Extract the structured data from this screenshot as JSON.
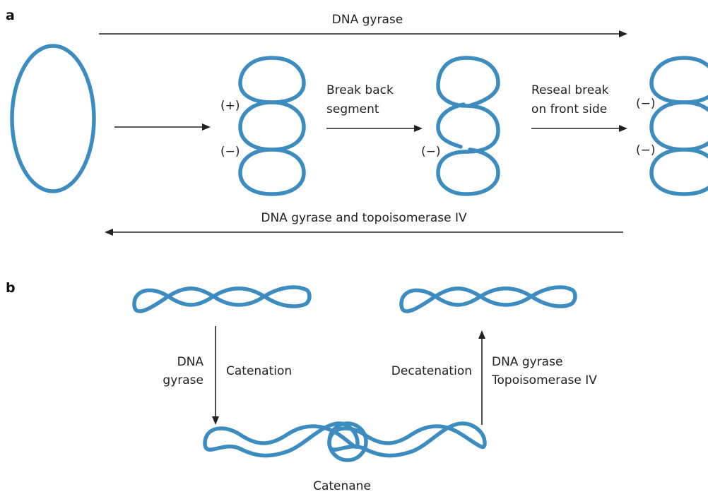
{
  "panel_a": {
    "letter": "a",
    "top_arrow_label": "DNA gyrase",
    "bottom_arrow_label": "DNA gyrase and topoisomerase IV",
    "step1_label": [
      "Break back",
      "segment"
    ],
    "step2_label": [
      "Reseal break",
      "on front side"
    ],
    "signs": {
      "plus": "(+)",
      "minus": "(−)"
    }
  },
  "panel_b": {
    "letter": "b",
    "left_enzyme": [
      "DNA",
      "gyrase"
    ],
    "catenation": "Catenation",
    "decatenation": "Decatenation",
    "right_enzyme": [
      "DNA gyrase",
      "Topoisomerase IV"
    ],
    "catenane": "Catenane"
  },
  "colors": {
    "dna": "#3d8cc0",
    "arrow": "#222222"
  }
}
